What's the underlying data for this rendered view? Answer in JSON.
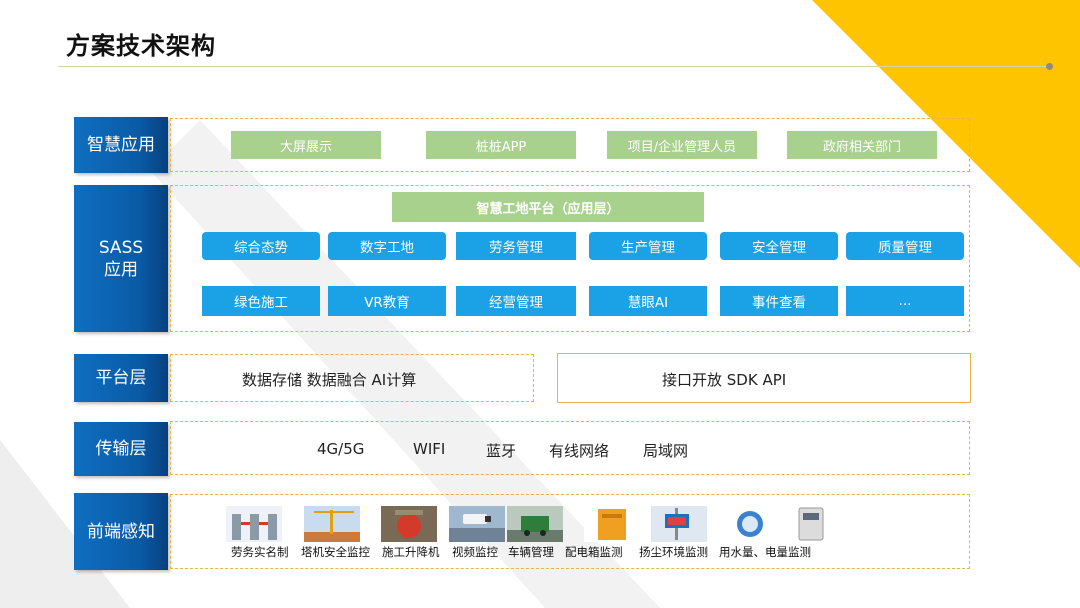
{
  "page_title": "方案技术架构",
  "colors": {
    "label_blue": "#0b5ea8",
    "accent_yellow": "#ffc400",
    "green": "#a9d18e",
    "button_blue": "#1aa1e6",
    "dash": "#e8b44a"
  },
  "layers": {
    "smart_app": {
      "label": "智慧应用",
      "items": [
        "大屏展示",
        "桩桩APP",
        "项目/企业管理人员",
        "政府相关部门"
      ]
    },
    "sass": {
      "label_line1": "SASS",
      "label_line2": "应用",
      "platform": "智慧工地平台（应用层）",
      "row1": [
        "综合态势",
        "数字工地",
        "劳务管理",
        "生产管理",
        "安全管理",
        "质量管理"
      ],
      "row2": [
        "绿色施工",
        "VR教育",
        "经营管理",
        "慧眼AI",
        "事件查看",
        "..."
      ]
    },
    "platform": {
      "label": "平台层",
      "left_text": "数据存储   数据融合   AI计算",
      "right_text": "接口开放   SDK   API"
    },
    "transport": {
      "label": "传输层",
      "items": [
        "4G/5G",
        "WIFI",
        "蓝牙",
        "有线网络",
        "局域网"
      ]
    },
    "frontend": {
      "label": "前端感知",
      "sensors": [
        {
          "label": "劳务实名制",
          "icon": "turnstile-icon"
        },
        {
          "label": "塔机安全监控",
          "icon": "tower-crane-icon"
        },
        {
          "label": "施工升降机",
          "icon": "hoist-icon"
        },
        {
          "label": "视频监控",
          "icon": "camera-icon"
        },
        {
          "label": "车辆管理",
          "icon": "vehicle-wash-icon"
        },
        {
          "label": "配电箱监测",
          "icon": "distribution-box-icon"
        },
        {
          "label": "扬尘环境监测",
          "icon": "dust-monitor-icon"
        },
        {
          "label": "用水量、电量监测",
          "icon": "meters-icon"
        }
      ]
    }
  }
}
